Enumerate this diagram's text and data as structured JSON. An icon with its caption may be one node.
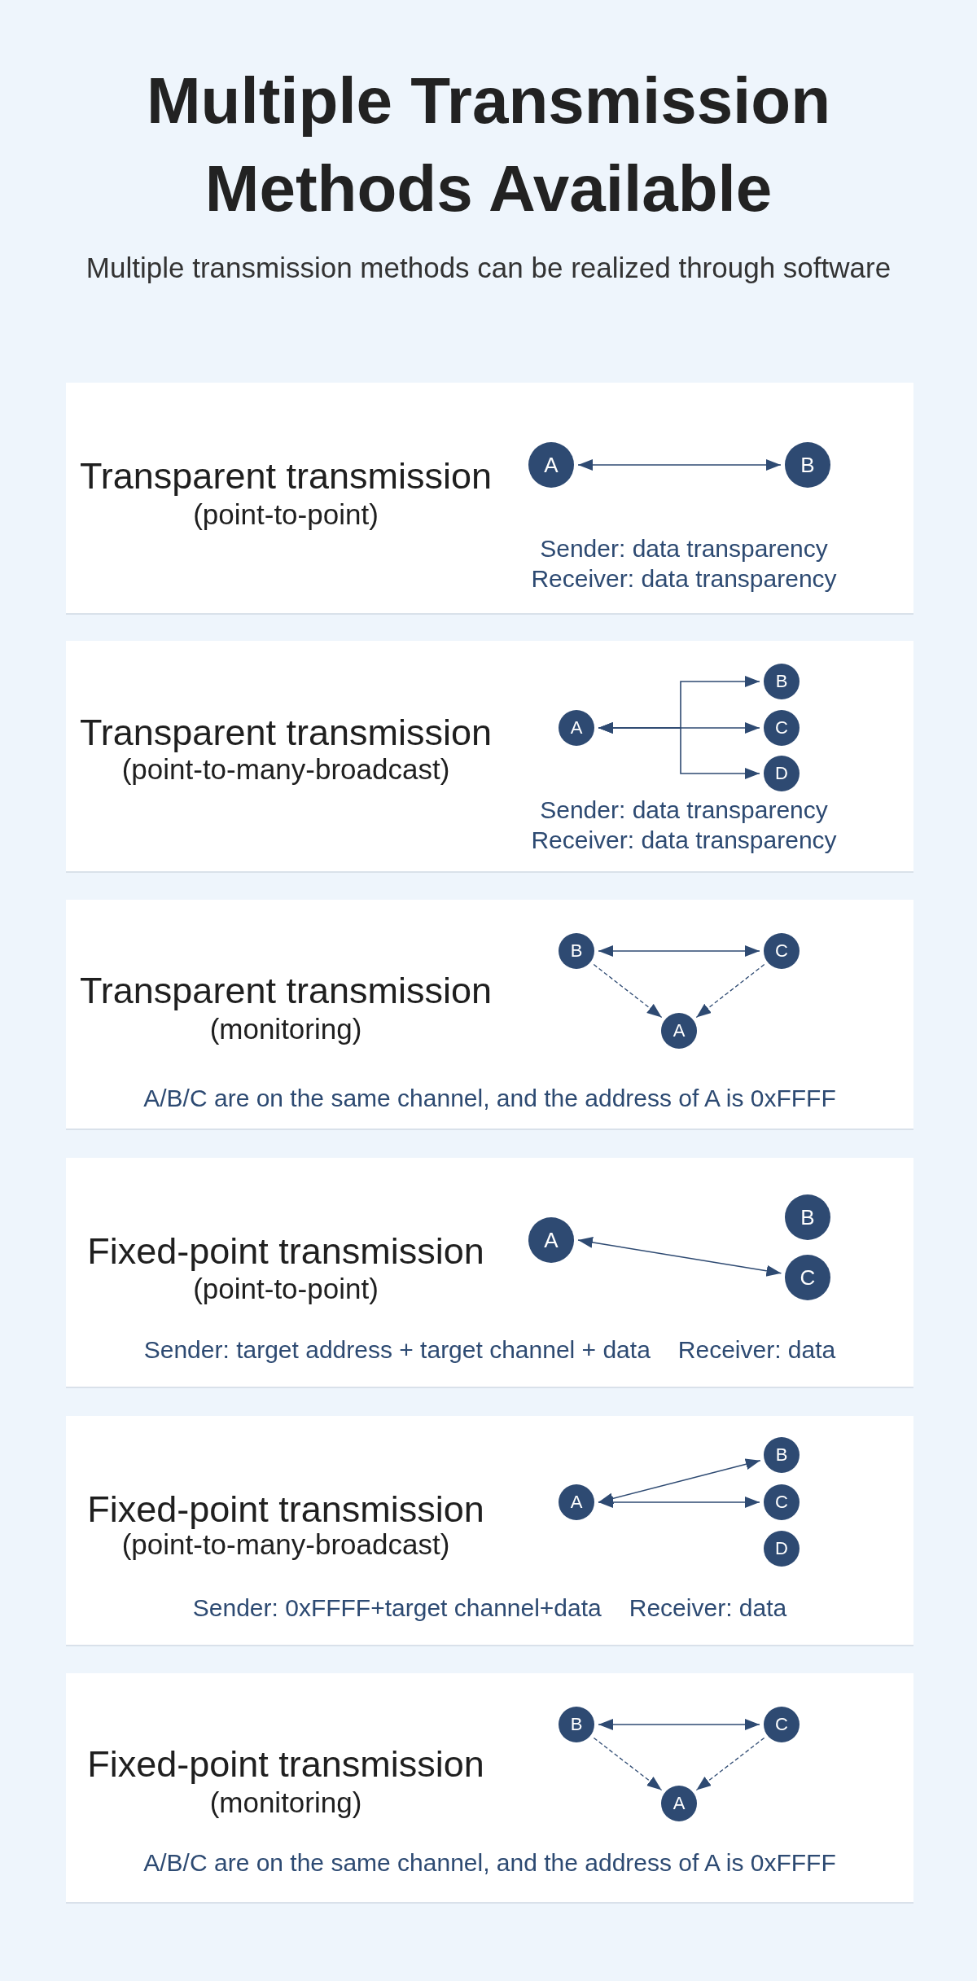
{
  "diagram": {
    "title": "Multiple Transmission Methods Available",
    "nodes": [
      {
        "text": [
          "Transparent transmission",
          "(point-to-point)",
          "Sender: data transparency",
          "Receiver: data transparency"
        ]
      },
      {
        "text": [
          "A"
        ],
        "in": 0
      },
      {
        "text": [
          "B"
        ],
        "in": 0
      },
      {
        "text": [
          "Transparent transmission",
          "(point-to-many-broadcast)",
          "Sender: data transparency",
          "Receiver: data transparency"
        ]
      },
      {
        "text": [
          "A"
        ],
        "in": 3
      },
      {
        "text": [
          "B"
        ],
        "in": 3
      },
      {
        "text": [
          "C"
        ],
        "in": 3
      },
      {
        "text": [
          "D"
        ],
        "in": 3
      },
      {
        "text": [
          "Transparent transmission",
          "(monitoring)",
          "A/B/C are on the same channel, and the address of A is 0xFFFF"
        ]
      },
      {
        "text": [
          "B"
        ],
        "in": 8
      },
      {
        "text": [
          "C"
        ],
        "in": 8
      },
      {
        "text": [
          "A"
        ],
        "in": 8
      },
      {
        "text": [
          "Fixed-point transmission",
          "(point-to-point)",
          "Sender: target address + target channel + data",
          "Receiver: data"
        ]
      },
      {
        "text": [
          "A"
        ],
        "in": 12
      },
      {
        "text": [
          "B"
        ],
        "in": 12
      },
      {
        "text": [
          "C"
        ],
        "in": 12
      },
      {
        "text": [
          "Fixed-point transmission",
          "(point-to-many-broadcast)",
          "Sender: 0xFFFF+target channel+data",
          "Receiver: data"
        ]
      },
      {
        "text": [
          "A"
        ],
        "in": 16
      },
      {
        "text": [
          "B"
        ],
        "in": 16
      },
      {
        "text": [
          "C"
        ],
        "in": 16
      },
      {
        "text": [
          "D"
        ],
        "in": 16
      },
      {
        "text": [
          "Fixed-point transmission",
          "(monitoring)",
          "A/B/C are on the same channel, and the address of A is 0xFFFF"
        ]
      },
      {
        "text": [
          "B"
        ],
        "in": 21
      },
      {
        "text": [
          "C"
        ],
        "in": 21
      },
      {
        "text": [
          "A"
        ],
        "in": 21
      }
    ],
    "edges": [
      {
        "from": 1,
        "to": 2,
        "arrow": "both"
      },
      {
        "from": 4,
        "to": 5,
        "arrow": "both"
      },
      {
        "from": 4,
        "to": 6,
        "arrow": "both"
      },
      {
        "from": 4,
        "to": 7,
        "arrow": "both"
      },
      {
        "from": 9,
        "to": 10,
        "arrow": "both"
      },
      {
        "from": 9,
        "to": 11,
        "arrow": "to",
        "style": "dashed"
      },
      {
        "from": 10,
        "to": 11,
        "arrow": "to",
        "style": "dashed"
      },
      {
        "from": 13,
        "to": 15,
        "arrow": "both"
      },
      {
        "from": 17,
        "to": 18,
        "arrow": "both"
      },
      {
        "from": 17,
        "to": 19,
        "arrow": "both"
      },
      {
        "from": 22,
        "to": 23,
        "arrow": "both"
      },
      {
        "from": 22,
        "to": 24,
        "arrow": "to",
        "style": "dashed"
      },
      {
        "from": 23,
        "to": 24,
        "arrow": "to",
        "style": "dashed"
      }
    ],
    "labels": [
      "Multiple transmission methods can be realized through software"
    ]
  }
}
